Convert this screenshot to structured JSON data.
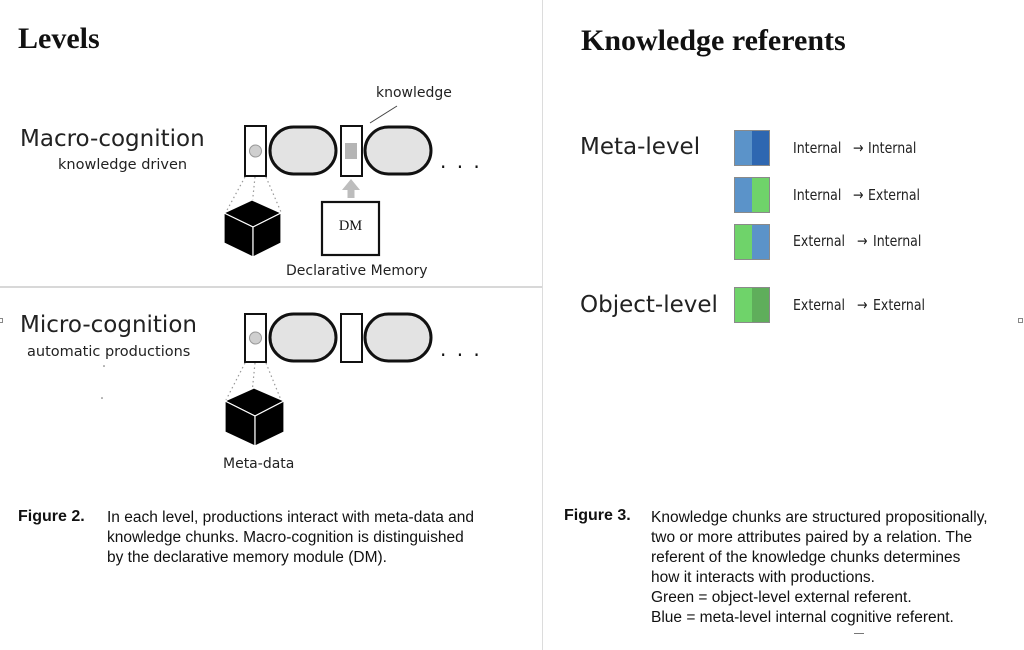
{
  "left": {
    "title": "Levels",
    "macro": {
      "label": "Macro-cognition",
      "sub": "knowledge driven"
    },
    "micro": {
      "label": "Micro-cognition",
      "sub": "automatic productions"
    },
    "knowledge_label": "knowledge",
    "dm_box": "DM",
    "dm_label": "Declarative Memory",
    "metadata_label": "Meta-data",
    "ellipsis": ". . .",
    "caption": {
      "label": "Figure 2.",
      "lines": [
        "In each level, productions interact with meta-data and",
        "knowledge chunks. Macro-cognition is distinguished",
        "by the declarative memory module (DM)."
      ]
    }
  },
  "right": {
    "title": "Knowledge referents",
    "meta_level": "Meta-level",
    "object_level": "Object-level",
    "arrow": "→",
    "referents": [
      {
        "from": "Internal",
        "to": "Internal",
        "colors": [
          "#5b93c9",
          "#2e67b1"
        ]
      },
      {
        "from": "Internal",
        "to": "External",
        "colors": [
          "#5b93c9",
          "#6fd36a"
        ]
      },
      {
        "from": "External",
        "to": "Internal",
        "colors": [
          "#6fd36a",
          "#5b93c9"
        ]
      },
      {
        "from": "External",
        "to": "External",
        "colors": [
          "#6fd36a",
          "#5fae5b"
        ]
      }
    ],
    "caption": {
      "label": "Figure 3.",
      "lines": [
        "Knowledge chunks are structured propositionally,",
        "two or more attributes paired by a relation. The",
        "referent of the knowledge chunks determines",
        "how it interacts with productions.",
        "Green = object-level external referent.",
        "Blue = meta-level internal cognitive referent."
      ]
    }
  }
}
